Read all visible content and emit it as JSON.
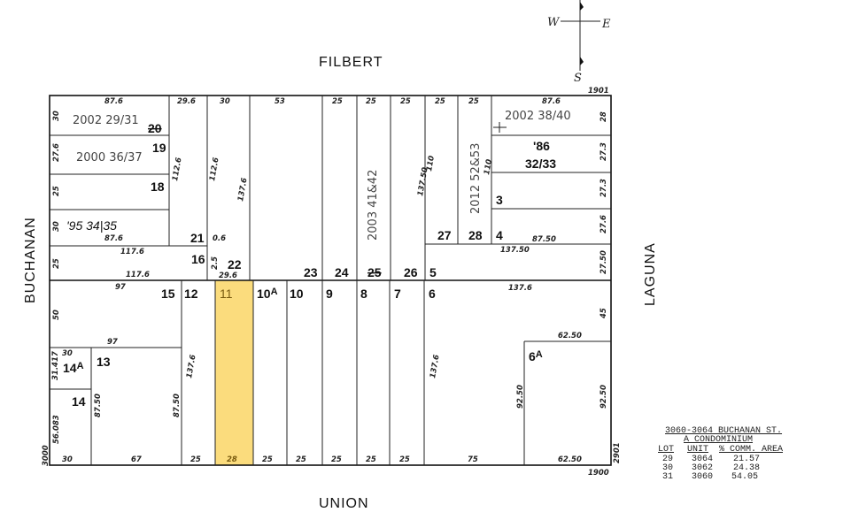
{
  "streets": {
    "north": "FILBERT",
    "south": "UNION",
    "west": "BUCHANAN",
    "east": "LAGUNA"
  },
  "compass": {
    "w": "W",
    "e": "E",
    "s": "S"
  },
  "corners": {
    "ne": "1901",
    "se_bottom": "1900",
    "se_side": "2901",
    "sw": "3000"
  },
  "highlight_color": "#fbdc7d",
  "highlighted_lot": "11",
  "lots": {
    "l20": "20",
    "l19": "19",
    "l18": "18",
    "l21": "21",
    "l16": "16",
    "l22": "22",
    "l23": "23",
    "l24": "24",
    "l25": "25",
    "l26": "26",
    "l5": "5",
    "l27": "27",
    "l28": "28",
    "l4": "4",
    "l3": "3",
    "l86a": "'86",
    "l86b": "32/33",
    "l15": "15",
    "l12": "12",
    "l11": "11",
    "l10a": "10",
    "l10a_sup": "A",
    "l10": "10",
    "l9": "9",
    "l8": "8",
    "l7": "7",
    "l6": "6",
    "l6a": "6",
    "l6a_sup": "A",
    "l14a": "14",
    "l14a_sup": "A",
    "l13": "13",
    "l14": "14"
  },
  "condos": {
    "c1": "2002  29/31",
    "c2": "2000  36/37",
    "c3": "'95   34|35",
    "c4": "2003  41&42",
    "c5": "2012  52&53",
    "c6": "2002  38/40"
  },
  "dims": {
    "d1": "87.6",
    "d2": "29.6",
    "d3": "30",
    "d4": "53",
    "d5": "25",
    "d6": "25",
    "d7": "25",
    "d8": "25",
    "d9": "25",
    "d10": "87.6",
    "d11": "30",
    "d12": "27.6",
    "d13": "25",
    "d14": "30",
    "d15": "25",
    "d16": "112.6",
    "d17": "112.6",
    "d18": "137.6",
    "d19": "87.6",
    "d20": "117.6",
    "d21": "117.6",
    "d22": "0.6",
    "d23": "2.5",
    "d24": "29.6",
    "d25": "137.50",
    "d26": "110",
    "d27": "110",
    "d28": "28",
    "d29": "27.3",
    "d30": "27.3",
    "d31": "27.6",
    "d32": "87.50",
    "d33": "137.50",
    "d34": "27.50",
    "d35": "97",
    "d36": "50",
    "d37": "97",
    "d38": "30",
    "d39": "31.417",
    "d40": "56.083",
    "d41": "87.50",
    "d42": "87.50",
    "d43": "137.6",
    "d44": "30",
    "d45": "67",
    "d46": "25",
    "d47": "28",
    "d48": "25",
    "d49": "25",
    "d50": "25",
    "d51": "25",
    "d52": "25",
    "d53": "75",
    "d54": "62.50",
    "d55": "137.6",
    "d56": "45",
    "d57": "62.50",
    "d58": "137.6",
    "d59": "92.50",
    "d60": "92.50"
  },
  "legend": {
    "title": "3060-3064 BUCHANAN ST.",
    "subtitle": "A  CONDOMINIUM",
    "headers": [
      "LOT",
      "UNIT",
      "% COMM. AREA"
    ],
    "rows": [
      [
        "29",
        "3064",
        "21.57"
      ],
      [
        "30",
        "3062",
        "24.38"
      ],
      [
        "31",
        "3060",
        "54.05"
      ]
    ]
  }
}
